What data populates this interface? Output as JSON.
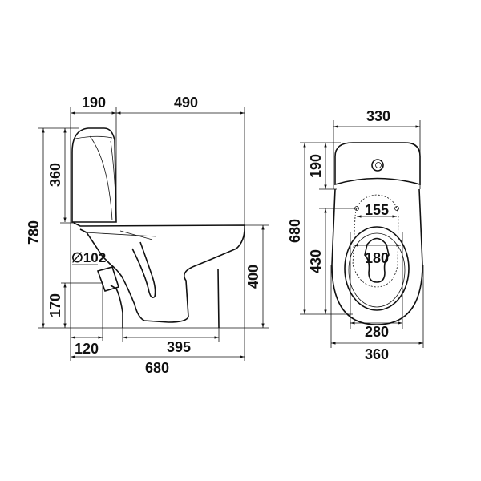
{
  "side_view": {
    "dims": {
      "tank_depth": "190",
      "bowl_length": "490",
      "total_height": "780",
      "tank_height": "360",
      "seat_height": "400",
      "outlet_height": "170",
      "outlet_offset": "120",
      "foot_length": "395",
      "total_length": "680",
      "outlet_diameter": "∅102"
    }
  },
  "top_view": {
    "dims": {
      "tank_width": "330",
      "total_length": "680",
      "tank_depth": "190",
      "bowl_length": "430",
      "seat_holes": "155",
      "opening_width": "180",
      "foot_width": "280",
      "total_width": "360"
    }
  },
  "colors": {
    "line": "#111111",
    "background": "#ffffff"
  }
}
